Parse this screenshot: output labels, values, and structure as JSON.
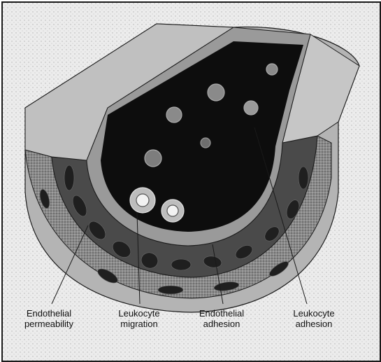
{
  "colors": {
    "background": "#ececec",
    "stipple": "#c8c8c8",
    "vessel_wall": "#8e8e8e",
    "muscle_cells": "#3a3a3a",
    "lumen": "#0d0d0d",
    "outline": "#1a1a1a"
  },
  "labels": [
    {
      "id": "endothelial-permeability",
      "line1": "Endothelial",
      "line2": "permeability"
    },
    {
      "id": "leukocyte-migration",
      "line1": "Leukocyte",
      "line2": "migration"
    },
    {
      "id": "endothelial-adhesion",
      "line1": "Endothelial",
      "line2": "adhesion"
    },
    {
      "id": "leukocyte-adhesion",
      "line1": "Leukocyte",
      "line2": "adhesion"
    }
  ]
}
